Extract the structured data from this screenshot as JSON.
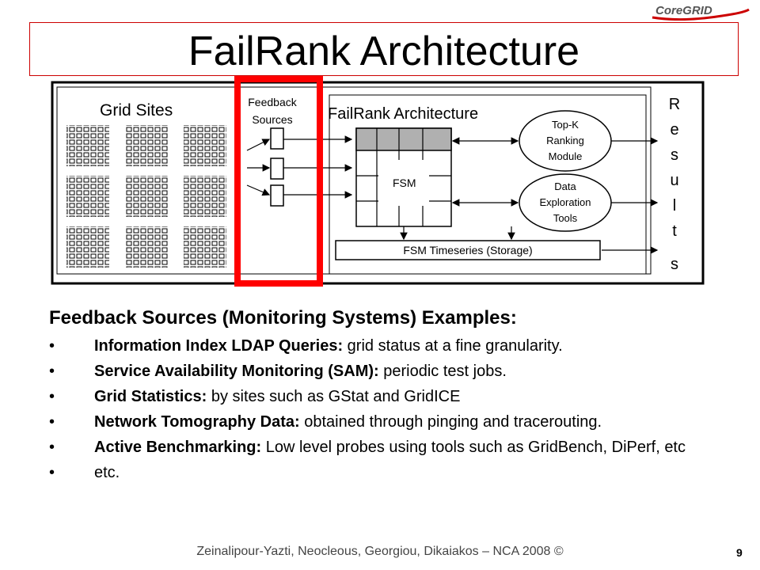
{
  "logo": {
    "text": "CoreGRID"
  },
  "title": "FailRank Architecture",
  "diagram": {
    "grid_sites_label": "Grid Sites",
    "feedback_sources_label_1": "Feedback",
    "feedback_sources_label_2": "Sources",
    "architecture_label": "FailRank Architecture",
    "fsm_label": "FSM",
    "topk_line1": "Top-K",
    "topk_line2": "Ranking",
    "topk_line3": "Module",
    "data_line1": "Data",
    "data_line2": "Exploration",
    "data_line3": "Tools",
    "timeseries_label": "FSM Timeseries (Storage)",
    "results_letters": [
      "R",
      "e",
      "s",
      "u",
      "l",
      "t",
      "s"
    ]
  },
  "content": {
    "heading": "Feedback Sources (Monitoring Systems) Examples:",
    "bullets": [
      {
        "term": "Information Index LDAP Queries:",
        "text": " grid status at a fine granularity."
      },
      {
        "term": "Service Availability Monitoring (SAM):",
        "text": " periodic test jobs."
      },
      {
        "term": "Grid Statistics:",
        "text": " by sites such as GStat and GridICE"
      },
      {
        "term": "Network Tomography Data:",
        "text": " obtained through pinging and tracerouting."
      },
      {
        "term": "Active Benchmarking:",
        "text": " Low level probes using tools such as GridBench, DiPerf, etc"
      },
      {
        "term": "",
        "text": "etc."
      }
    ]
  },
  "footer": "Zeinalipour-Yazti, Neocleous, Georgiou, Dikaiakos – NCA 2008 ©",
  "page_number": "9"
}
